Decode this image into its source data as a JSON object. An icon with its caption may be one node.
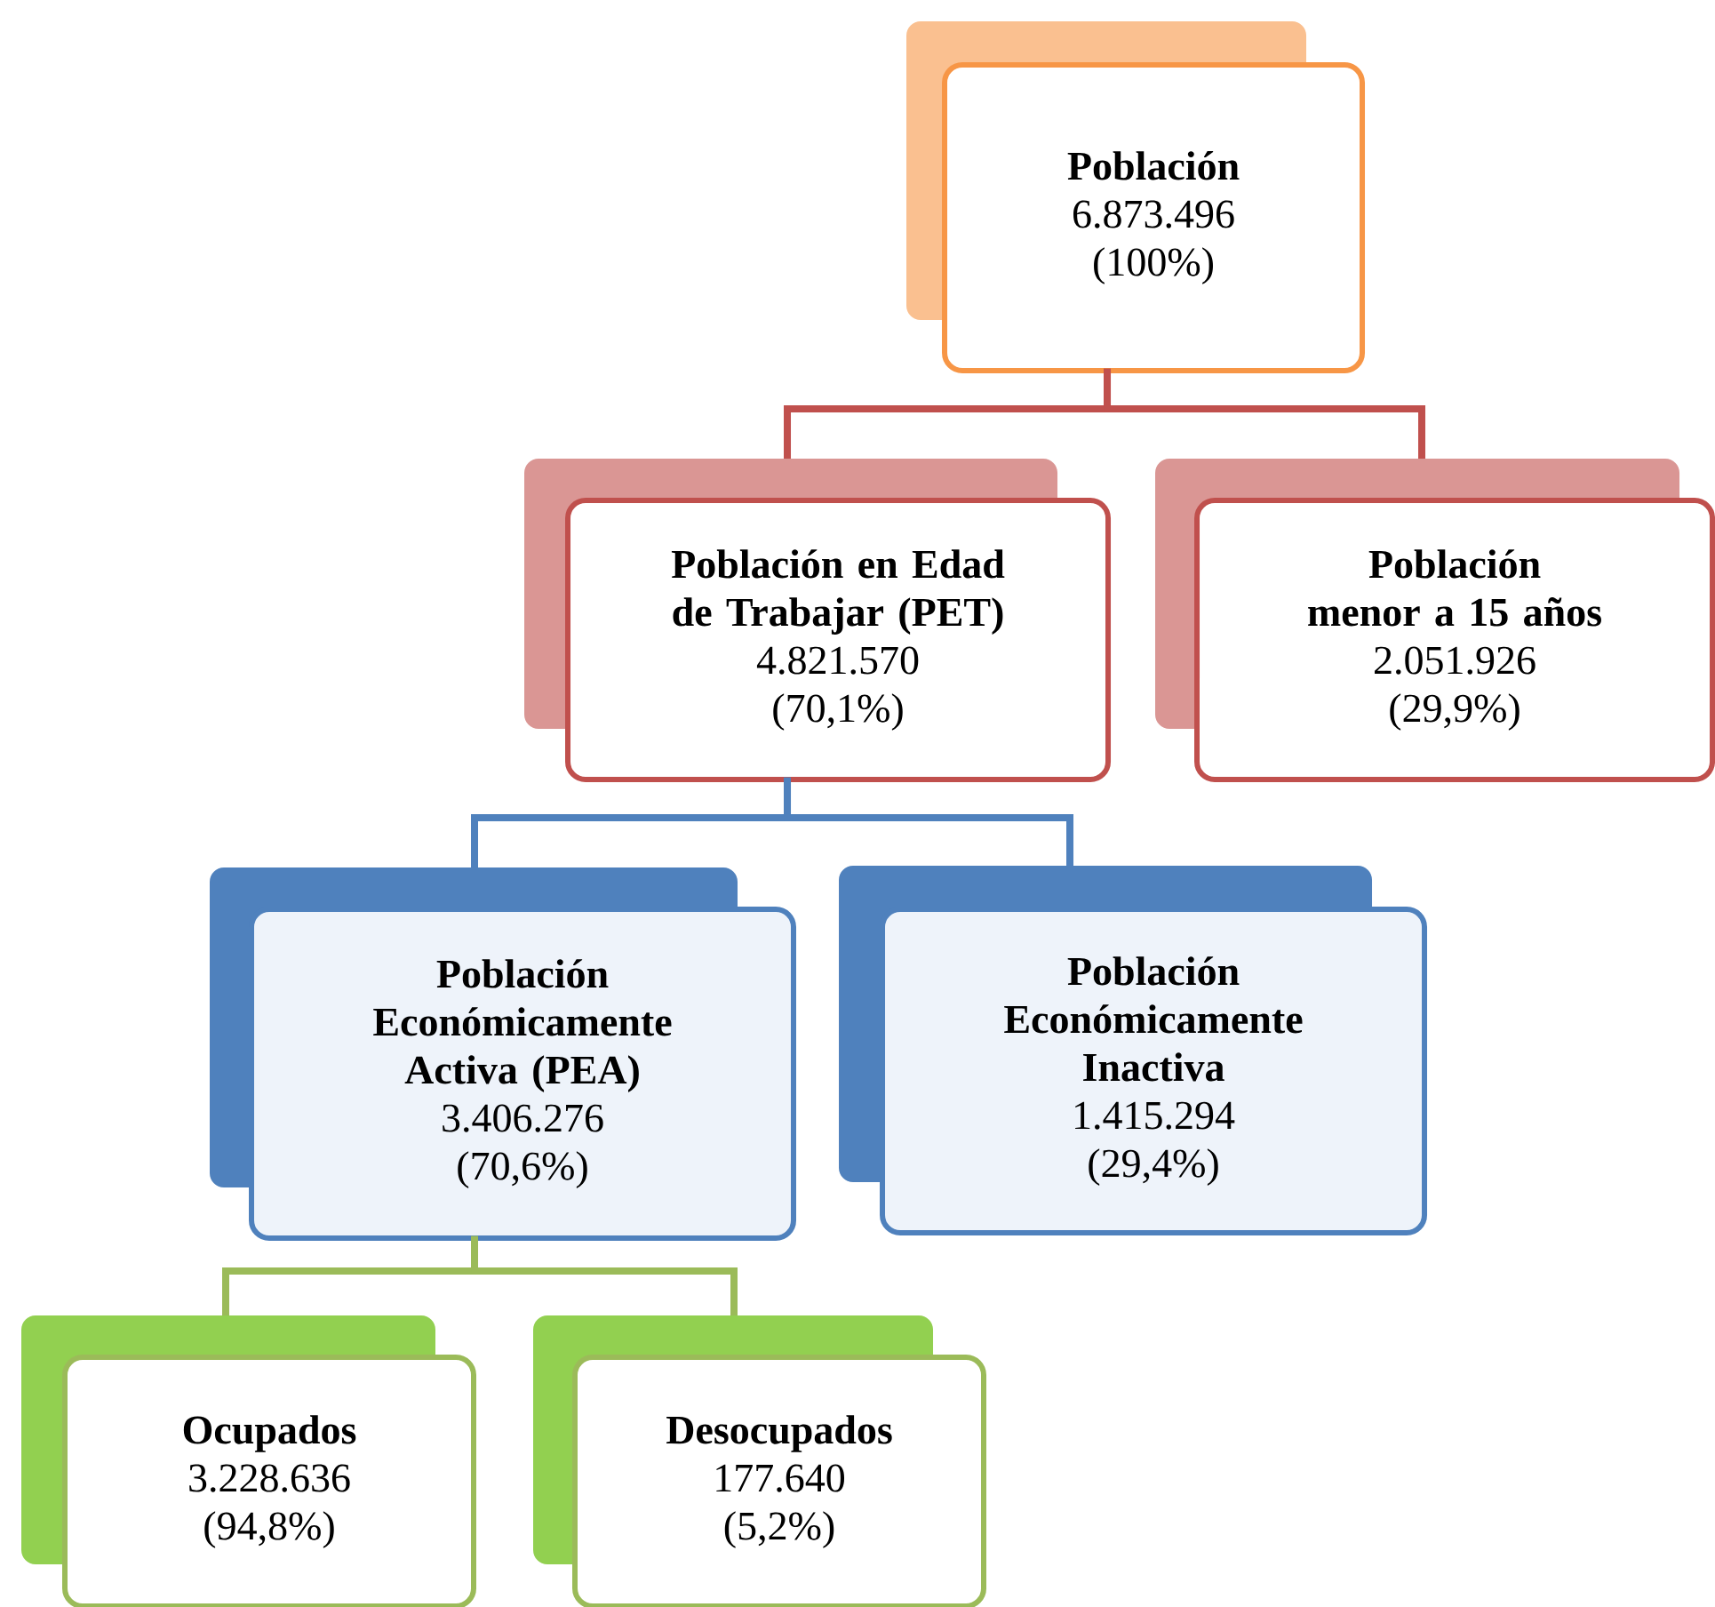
{
  "diagram": {
    "nodes": [
      {
        "text": [
          "Población",
          "6.873.496",
          "(100%)"
        ]
      },
      {
        "text": [
          "Población en Edad de Trabajar (PET)",
          "4.821.570",
          "(70,1%)"
        ]
      },
      {
        "text": [
          "Población menor a 15 años",
          "2.051.926",
          "(29,9%)"
        ]
      },
      {
        "text": [
          "Población Económicamente Activa (PEA)",
          "3.406.276",
          "(70,6%)"
        ]
      },
      {
        "text": [
          "Población Económicamente Inactiva",
          "1.415.294",
          "(29,4%)"
        ]
      },
      {
        "text": [
          "Ocupados",
          "3.228.636",
          "(94,8%)"
        ]
      },
      {
        "text": [
          "Desocupados",
          "177.640",
          "(5,2%)"
        ]
      }
    ],
    "edges": [
      {
        "from": 0,
        "to": 1,
        "arrow": "none",
        "color": "#c0504d"
      },
      {
        "from": 0,
        "to": 2,
        "arrow": "none",
        "color": "#c0504d"
      },
      {
        "from": 1,
        "to": 3,
        "arrow": "none",
        "color": "#4f81bd"
      },
      {
        "from": 1,
        "to": 4,
        "arrow": "none",
        "color": "#4f81bd"
      },
      {
        "from": 3,
        "to": 5,
        "arrow": "none",
        "color": "#9bbb59"
      },
      {
        "from": 3,
        "to": 6,
        "arrow": "none",
        "color": "#9bbb59"
      }
    ]
  }
}
